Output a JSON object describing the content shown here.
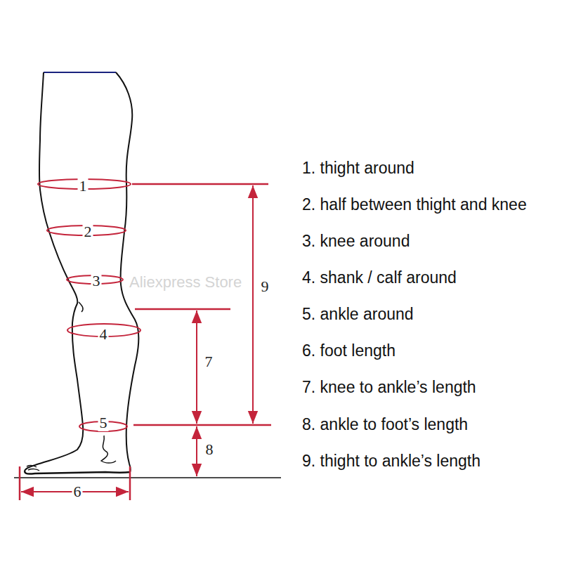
{
  "diagram": {
    "labels": [
      "1",
      "2",
      "3",
      "4",
      "5",
      "9",
      "7",
      "8",
      "6",
      "1. thight around",
      "2. half between thight and knee",
      "3. knee around",
      "4. shank / calf around",
      "5. ankle around",
      "6. foot length",
      "7. knee to ankle’s length",
      "8. ankle to foot’s length",
      "9. thight to ankle’s length",
      "Aliexpress Store"
    ]
  }
}
